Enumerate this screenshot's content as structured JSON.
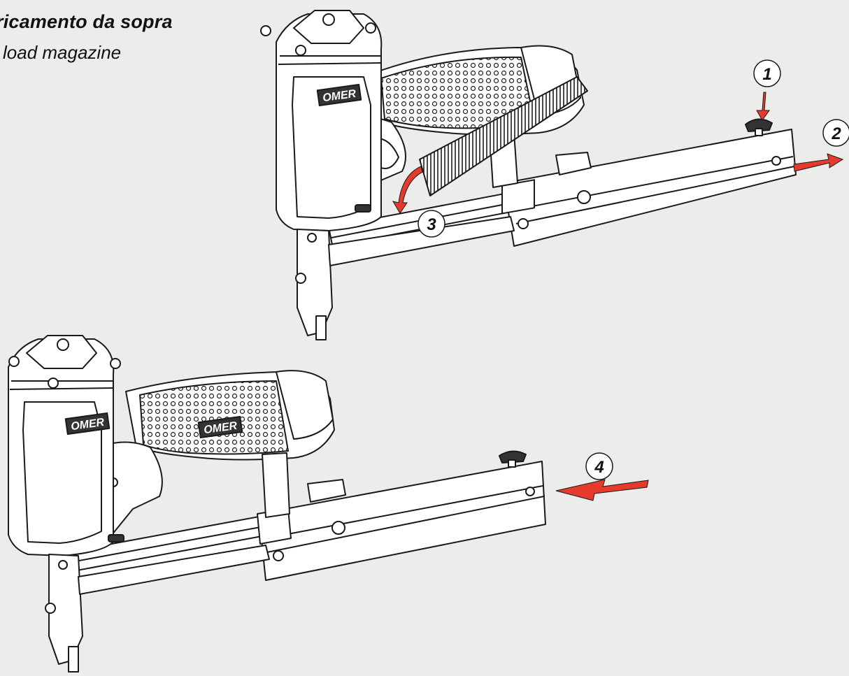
{
  "titles": {
    "italian": "ricamento da sopra",
    "english": "load magazine"
  },
  "brand": "OMER",
  "steps": [
    {
      "number": "1",
      "action": "press"
    },
    {
      "number": "2",
      "action": "pull"
    },
    {
      "number": "3",
      "action": "insert"
    },
    {
      "number": "4",
      "action": "push"
    }
  ],
  "colors": {
    "background": "#ecedeb",
    "arrow": "#e53a2c",
    "line": "#1a1a1a",
    "tool_fill": "#ffffff"
  }
}
